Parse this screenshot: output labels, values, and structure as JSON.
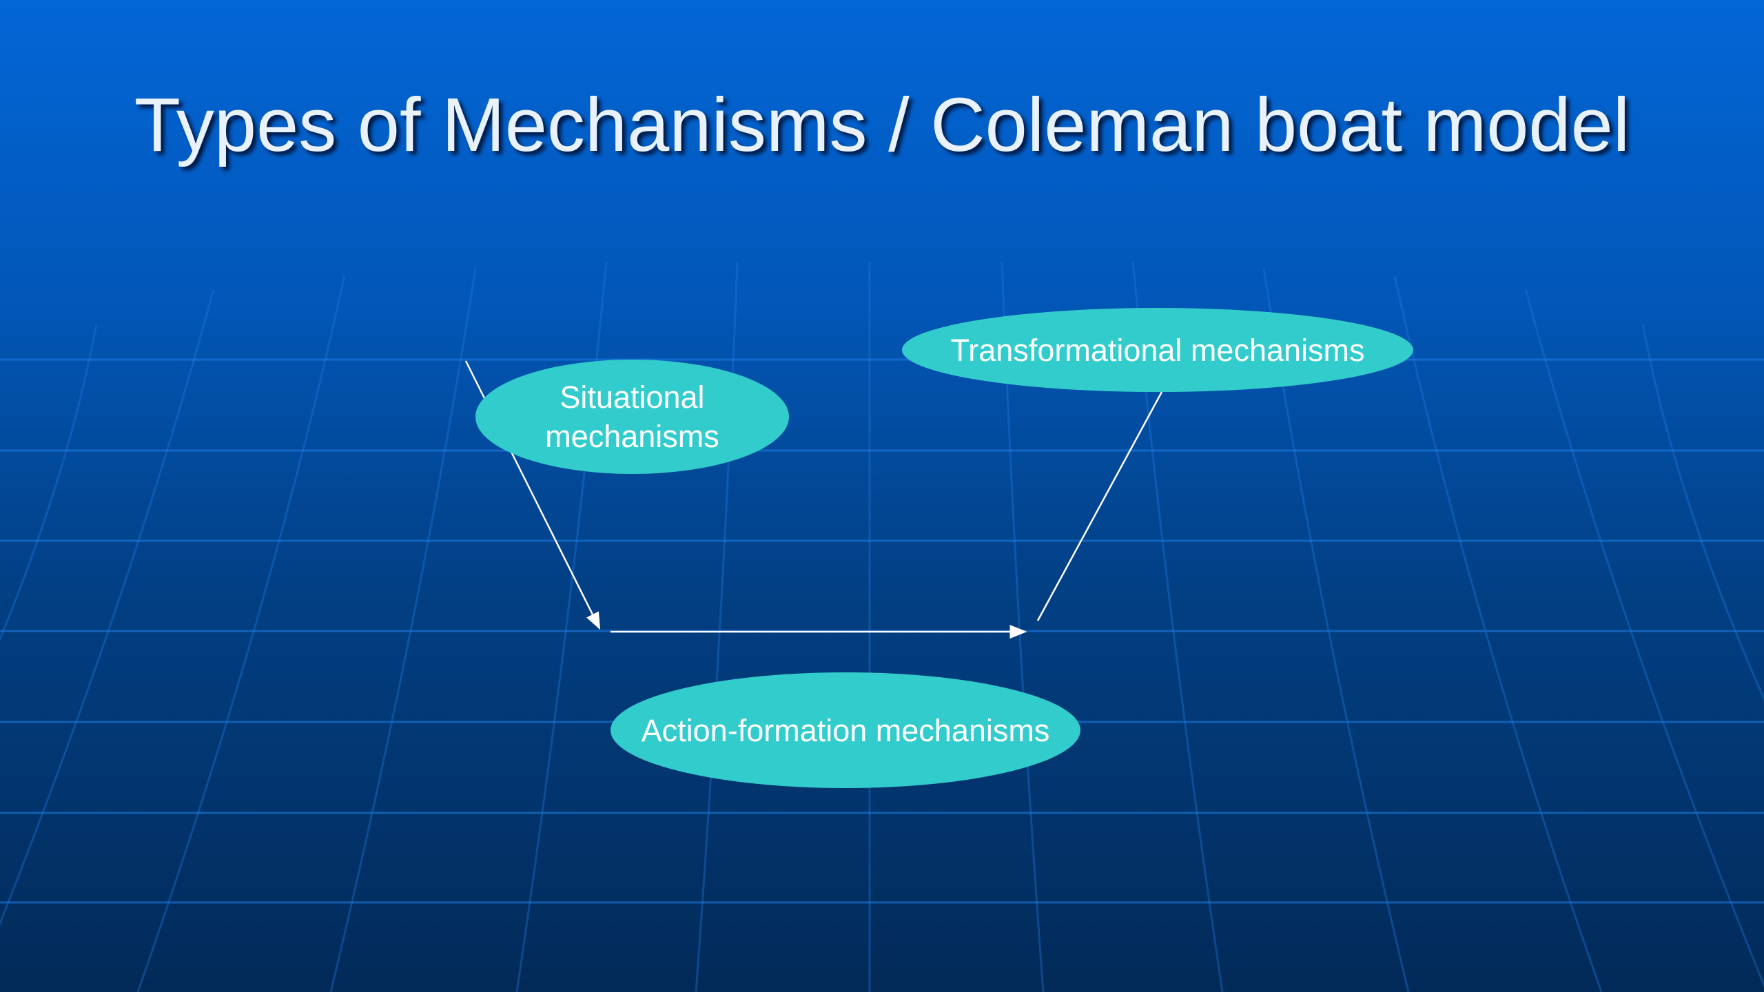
{
  "slide": {
    "title": "Types of Mechanisms / Coleman boat model",
    "background_colors": [
      "#0366d6",
      "#022a58"
    ],
    "text_color": "#e9f2fb"
  },
  "diagram": {
    "node_color": "#33cccc",
    "arrow_color": "#ffffff",
    "nodes": {
      "situational": {
        "line1": "Situational",
        "line2": "mechanisms"
      },
      "transformational": {
        "label": "Transformational mechanisms"
      },
      "action_formation": {
        "label": "Action-formation mechanisms"
      }
    }
  }
}
